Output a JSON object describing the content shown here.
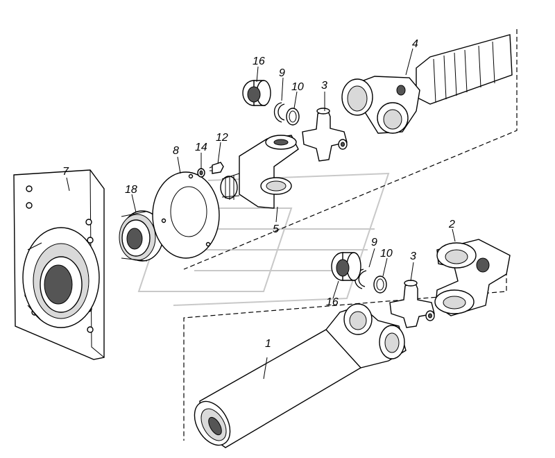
{
  "diagram": {
    "labels": {
      "p1": "1",
      "p2": "2",
      "p3a": "3",
      "p3b": "3",
      "p4": "4",
      "p5": "5",
      "p7": "7",
      "p8": "8",
      "p9a": "9",
      "p9b": "9",
      "p10a": "10",
      "p10b": "10",
      "p12": "12",
      "p14": "14",
      "p16a": "16",
      "p16b": "16",
      "p18": "18"
    }
  }
}
